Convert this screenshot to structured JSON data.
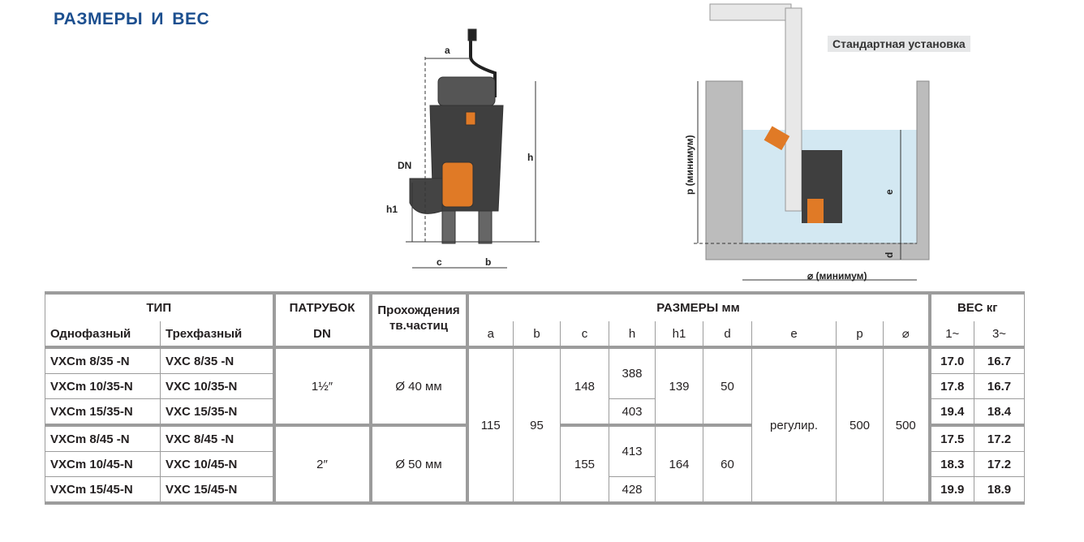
{
  "title": "РАЗМЕРЫ И ВЕС",
  "diagram_pump": {
    "labels": {
      "a": "a",
      "b": "b",
      "c": "c",
      "h": "h",
      "h1": "h1",
      "dn": "DN"
    }
  },
  "diagram_install": {
    "caption": "Стандартная установка",
    "p_label": "p (минимум)",
    "e_label": "e",
    "d_label": "d",
    "width_label": "⌀ (минимум)"
  },
  "table": {
    "header": {
      "type": "ТИП",
      "single_phase": "Однофазный",
      "three_phase": "Трехфазный",
      "outlet": "ПАТРУБОК",
      "dn": "DN",
      "solids": "Прохождения тв.частиц",
      "dimensions": "РАЗМЕРЫ мм",
      "cols": [
        "a",
        "b",
        "c",
        "h",
        "h1",
        "d",
        "e",
        "p",
        "⌀"
      ],
      "weight": "ВЕС кг",
      "w1": "1~",
      "w3": "3~"
    },
    "rows": [
      {
        "m1": "VXCm 8/35  -N",
        "m3": "VXC 8/35  -N",
        "w1": "17.0",
        "w3": "16.7"
      },
      {
        "m1": "VXCm 10/35-N",
        "m3": "VXC 10/35-N",
        "w1": "17.8",
        "w3": "16.7"
      },
      {
        "m1": "VXCm 15/35-N",
        "m3": "VXC 15/35-N",
        "w1": "19.4",
        "w3": "18.4"
      },
      {
        "m1": "VXCm 8/45  -N",
        "m3": "VXC 8/45  -N",
        "w1": "17.5",
        "w3": "17.2"
      },
      {
        "m1": "VXCm 10/45-N",
        "m3": "VXC 10/45-N",
        "w1": "18.3",
        "w3": "17.2"
      },
      {
        "m1": "VXCm 15/45-N",
        "m3": "VXC 15/45-N",
        "w1": "19.9",
        "w3": "18.9"
      }
    ],
    "groups": [
      {
        "dn": "1½″",
        "solids": "Ø 40 мм",
        "c": "148",
        "h_a": "388",
        "h_b": "403",
        "h1": "139",
        "d": "50"
      },
      {
        "dn": "2″",
        "solids": "Ø 50 мм",
        "c": "155",
        "h_a": "413",
        "h_b": "428",
        "h1": "164",
        "d": "60"
      }
    ],
    "common": {
      "a": "115",
      "b": "95",
      "e": "регулир.",
      "p": "500",
      "w": "500"
    }
  }
}
